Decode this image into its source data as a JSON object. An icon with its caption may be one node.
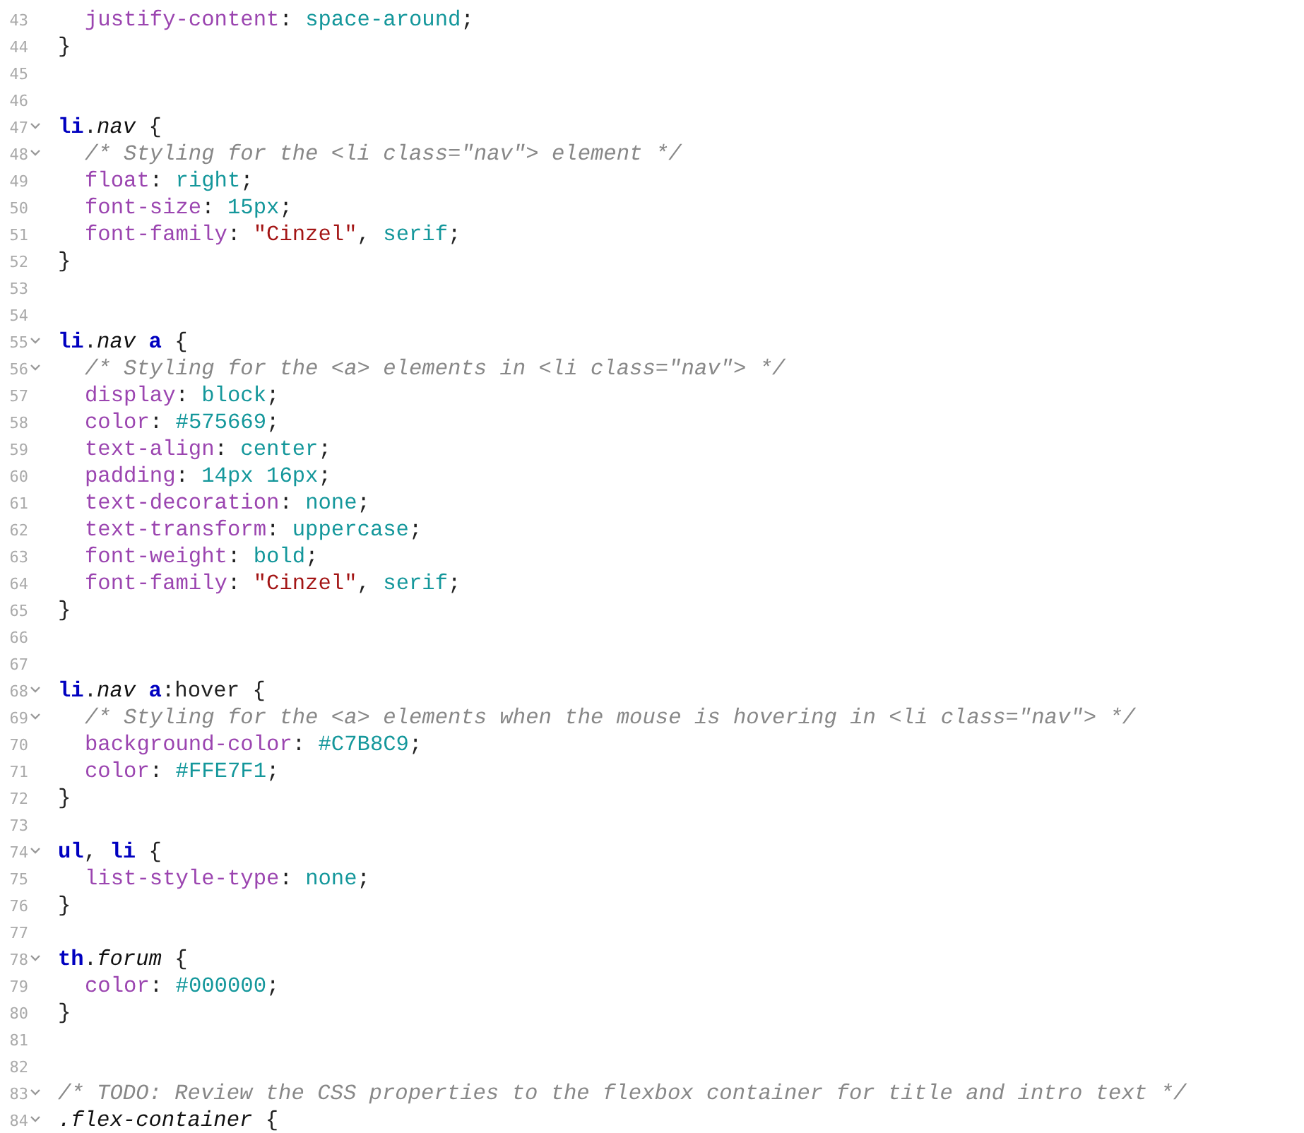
{
  "diagram": {
    "labels": [
      "43",
      "justify-content: space-around;",
      "44",
      "}",
      "45",
      "46",
      "47",
      "**li**.*nav* {",
      "48",
      "/* Styling for the <li class=\"nav\"> element */",
      "49",
      "float: right;",
      "50",
      "font-size: 15px;",
      "51",
      "font-family: \"Cinzel\", serif;",
      "52",
      "}",
      "53",
      "54",
      "55",
      "**li**.*nav* **a** {",
      "56",
      "/* Styling for the <a> elements in <li class=\"nav\"> */",
      "57",
      "display: block;",
      "58",
      "color: #575669;",
      "59",
      "text-align: center;",
      "60",
      "padding: 14px 16px;",
      "61",
      "text-decoration: none;",
      "62",
      "text-transform: uppercase;",
      "63",
      "font-weight: bold;",
      "64",
      "font-family: \"Cinzel\", serif;",
      "65",
      "}",
      "66",
      "67",
      "68",
      "**li**.*nav* **a**:hover {",
      "69",
      "/* Styling for the <a> elements when the mouse is hovering in <li class=\"nav\"> */",
      "70",
      "background-color: #C7B8C9;",
      "71",
      "color: #FFE7F1;",
      "72",
      "}",
      "73",
      "74",
      "**ul**, **li** {",
      "75",
      "list-style-type: none;",
      "76",
      "}",
      "77",
      "78",
      "**th**.*forum* {",
      "79",
      "color: #000000;",
      "80",
      "}",
      "81",
      "82",
      "83",
      "/* TODO: Review the CSS properties to the flexbox container for title and intro text */",
      "84",
      "*.flex-container* {"
    ]
  }
}
